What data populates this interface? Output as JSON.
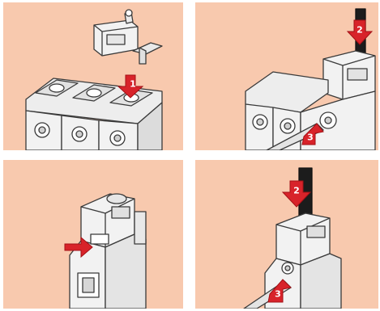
{
  "panels": [
    {
      "id": "panel-1",
      "steps": [
        "1"
      ]
    },
    {
      "id": "panel-2",
      "steps": [
        "2",
        "3"
      ]
    },
    {
      "id": "panel-3",
      "steps": []
    },
    {
      "id": "panel-4",
      "steps": [
        "2",
        "3"
      ]
    }
  ],
  "colors": {
    "panel_background": "#f8c9ae",
    "arrow_red": "#d8232a",
    "device_white": "#f2f2f2",
    "outline": "#3a3a3a",
    "lever_black": "#1c1c1c"
  },
  "icons": [
    "insert-arrow-icon",
    "push-down-arrow-icon",
    "screw-arrow-icon"
  ]
}
